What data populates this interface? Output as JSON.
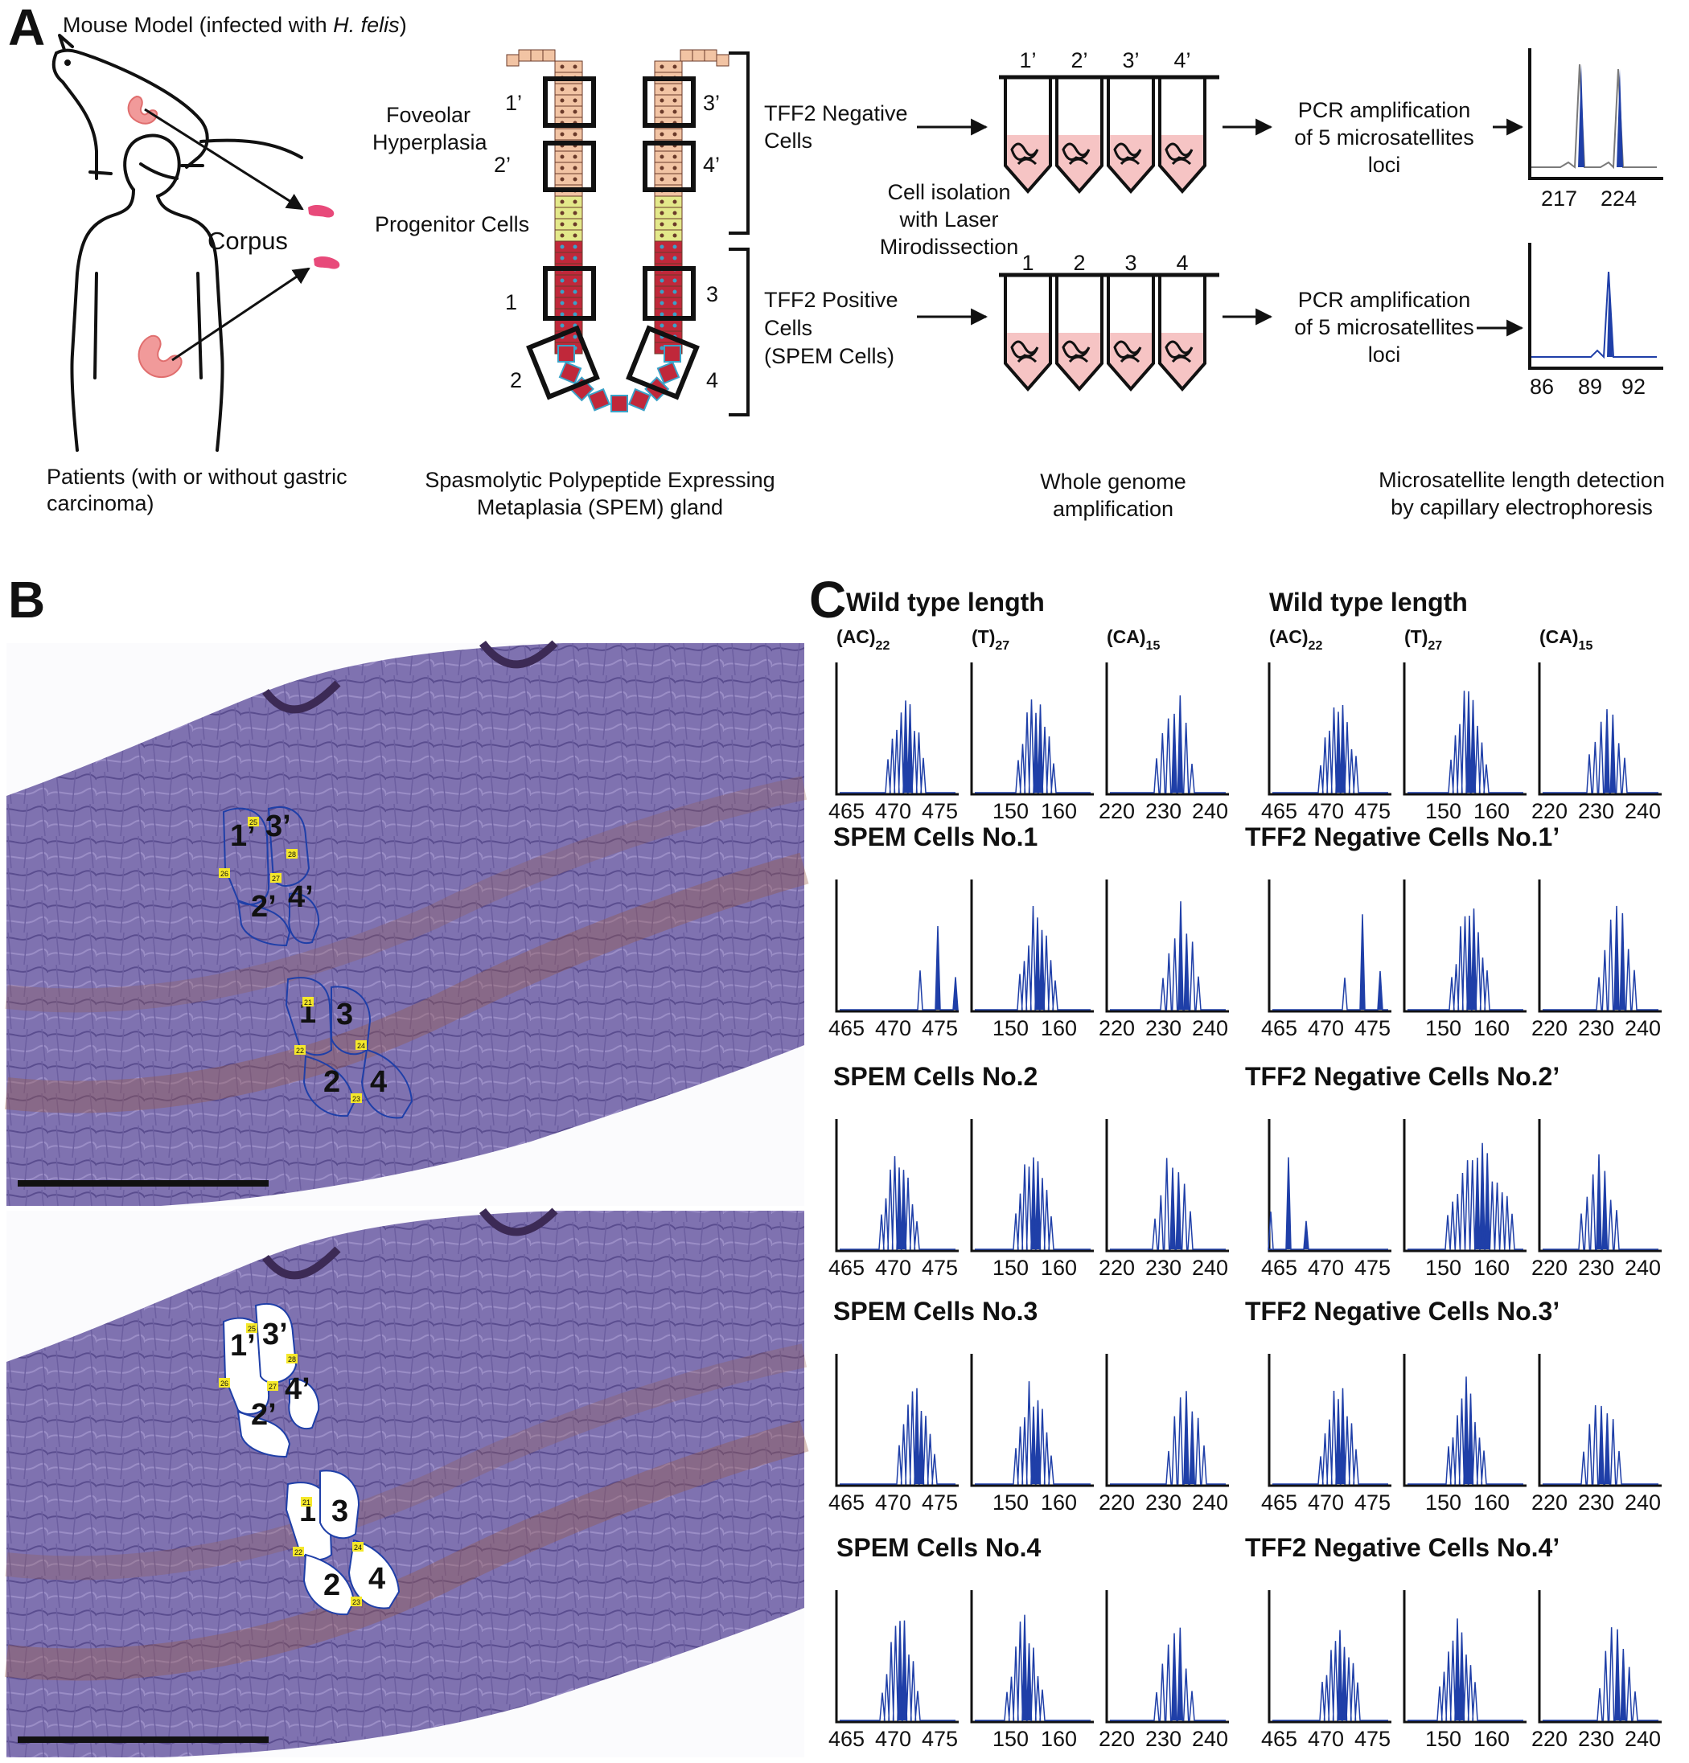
{
  "panel_labels": [
    "A",
    "B",
    "C"
  ],
  "panel_a": {
    "mouse_label_prefix": "Mouse Model (infected with ",
    "mouse_label_italic": "H. felis",
    "mouse_label_suffix": ")",
    "corpus_label": "Corpus",
    "patients_label_line1": "Patients (with or without gastric",
    "patients_label_line2": "carcinoma)",
    "gland_title_line1": "Spasmolytic Polypeptide Expressing",
    "gland_title_line2": "Metaplasia (SPEM) gland",
    "foveolar_line1": "Foveolar",
    "foveolar_line2": "Hyperplasia",
    "progenitor_label": "Progenitor Cells",
    "box_labels": [
      "1’",
      "2’",
      "3’",
      "4’",
      "1",
      "2",
      "3",
      "4"
    ],
    "tff2_negative_line1": "TFF2 Negative",
    "tff2_negative_line2": "Cells",
    "tff2_positive_line1": "TFF2 Positive",
    "tff2_positive_line2": "Cells",
    "tff2_positive_line3": "(SPEM Cells)",
    "isolation_line1": "Cell isolation",
    "isolation_line2": "with Laser",
    "isolation_line3": "Mirodissection",
    "tube_labels_top": [
      "1’",
      "2’",
      "3’",
      "4’"
    ],
    "tube_labels_bottom": [
      "1",
      "2",
      "3",
      "4"
    ],
    "wga_line1": "Whole genome",
    "wga_line2": "amplification",
    "pcr_line1": "PCR amplification",
    "pcr_line2": "of 5 microsatellites",
    "pcr_line3": "loci",
    "detect_line1": "Microsatellite length detection",
    "detect_line2": "by capillary electrophoresis",
    "electro_top_ticks": [
      "217",
      "224"
    ],
    "electro_bottom_ticks": [
      "86",
      "89",
      "92"
    ]
  },
  "panel_b": {
    "region_labels": [
      "1’",
      "2’",
      "3’",
      "4’",
      "1",
      "2",
      "3",
      "4"
    ],
    "tag_numbers": [
      "25",
      "26",
      "27",
      "28",
      "21",
      "22",
      "23",
      "24"
    ]
  },
  "panel_c": {
    "left_headers": [
      "Wild type length",
      "SPEM Cells No.1",
      "SPEM Cells No.2",
      "SPEM Cells No.3",
      "SPEM Cells No.4"
    ],
    "right_headers": [
      "Wild type length",
      "TFF2 Negative Cells No.1’",
      "TFF2 Negative Cells No.2’",
      "TFF2 Negative Cells No.3’",
      "TFF2 Negative Cells No.4’"
    ],
    "marker_bases": [
      "(AC)",
      "(T)",
      "(CA)"
    ],
    "marker_subs": [
      "22",
      "27",
      "15"
    ],
    "tick_labels": [
      [
        "465",
        "470",
        "475"
      ],
      [
        "150",
        "160"
      ],
      [
        "220",
        "230",
        "240"
      ]
    ]
  },
  "colors": {
    "peak_blue": "#1f3fa8",
    "stain_purple": "#7d6fae",
    "stain_brown": "#9a5a3e",
    "foveolar_cell": "#f2c4a4",
    "progenitor_cell": "#e3e88a",
    "spem_cell": "#c0283a",
    "spem_nucleus": "#3aa2c8",
    "tube_fill": "#f6c4c4",
    "stomach_pink": "#f19a9a"
  },
  "icons": [
    "mouse-icon",
    "human-silhouette-icon",
    "stomach-icon",
    "tissue-fragment-icon",
    "pcr-tube-icon",
    "arrow-icon"
  ]
}
